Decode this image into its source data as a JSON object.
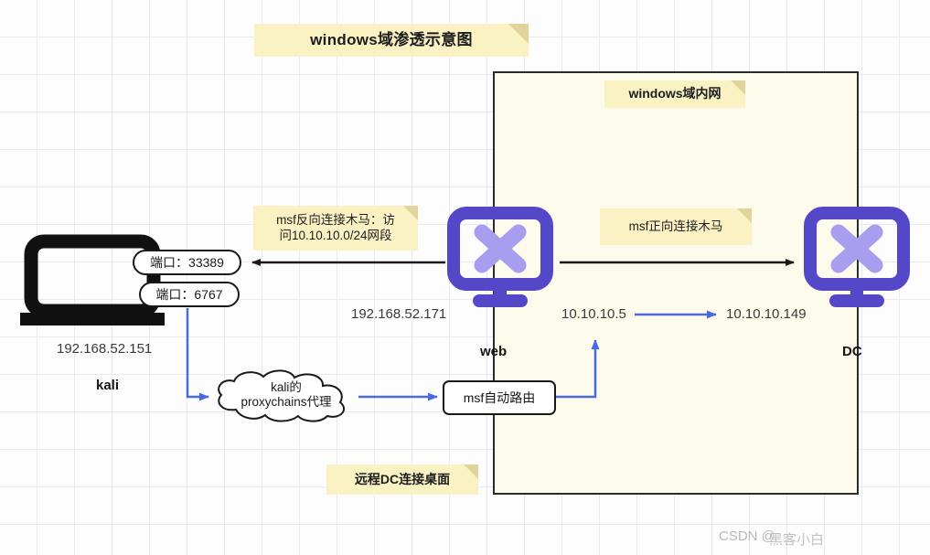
{
  "diagram": {
    "title_note": "windows域渗透示意图",
    "inner_network_note": "windows域内网",
    "reverse_note_line1": "msf反向连接木马：访",
    "reverse_note_line2": "问10.10.10.0/24网段",
    "forward_note": "msf正向连接木马",
    "rdp_note": "远程DC连接桌面"
  },
  "nodes": {
    "kali": {
      "name": "kali",
      "ip": "192.168.52.151",
      "port_label_1": "端口：33389",
      "port_label_2": "端口：6767"
    },
    "web": {
      "name": "web",
      "ip_external": "192.168.52.171",
      "ip_internal": "10.10.10.5"
    },
    "dc": {
      "name": "DC",
      "ip": "10.10.10.149"
    },
    "cloud": {
      "line1": "kali的",
      "line2": "proxychains代理"
    },
    "route_box": {
      "label": "msf自动路由"
    }
  },
  "colors": {
    "note_fill": "#fbf2c4",
    "note_fold": "#e0d49a",
    "inner_net_fill": "#fcfaea",
    "monitor_purple": "#5448c8",
    "monitor_x": "#a79ef0",
    "arrow_blue": "#4a6ae0",
    "arrow_black": "#1a1a1a",
    "grid_line": "#e8eaf0"
  },
  "watermark": {
    "prefix": "CSDN @",
    "handle": "黑客小白"
  }
}
